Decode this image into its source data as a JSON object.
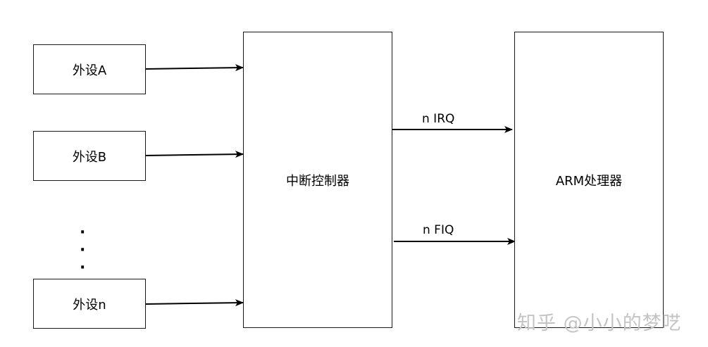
{
  "diagram": {
    "peripherals": [
      {
        "label": "外设A"
      },
      {
        "label": "外设B"
      },
      {
        "label": "外设n"
      }
    ],
    "ellipsis": "·",
    "controller": {
      "label": "中断控制器"
    },
    "processor": {
      "label": "ARM处理器"
    },
    "signals": [
      {
        "label": "n IRQ"
      },
      {
        "label": "n FIQ"
      }
    ]
  },
  "watermark": "知乎 @小小的梦呓"
}
